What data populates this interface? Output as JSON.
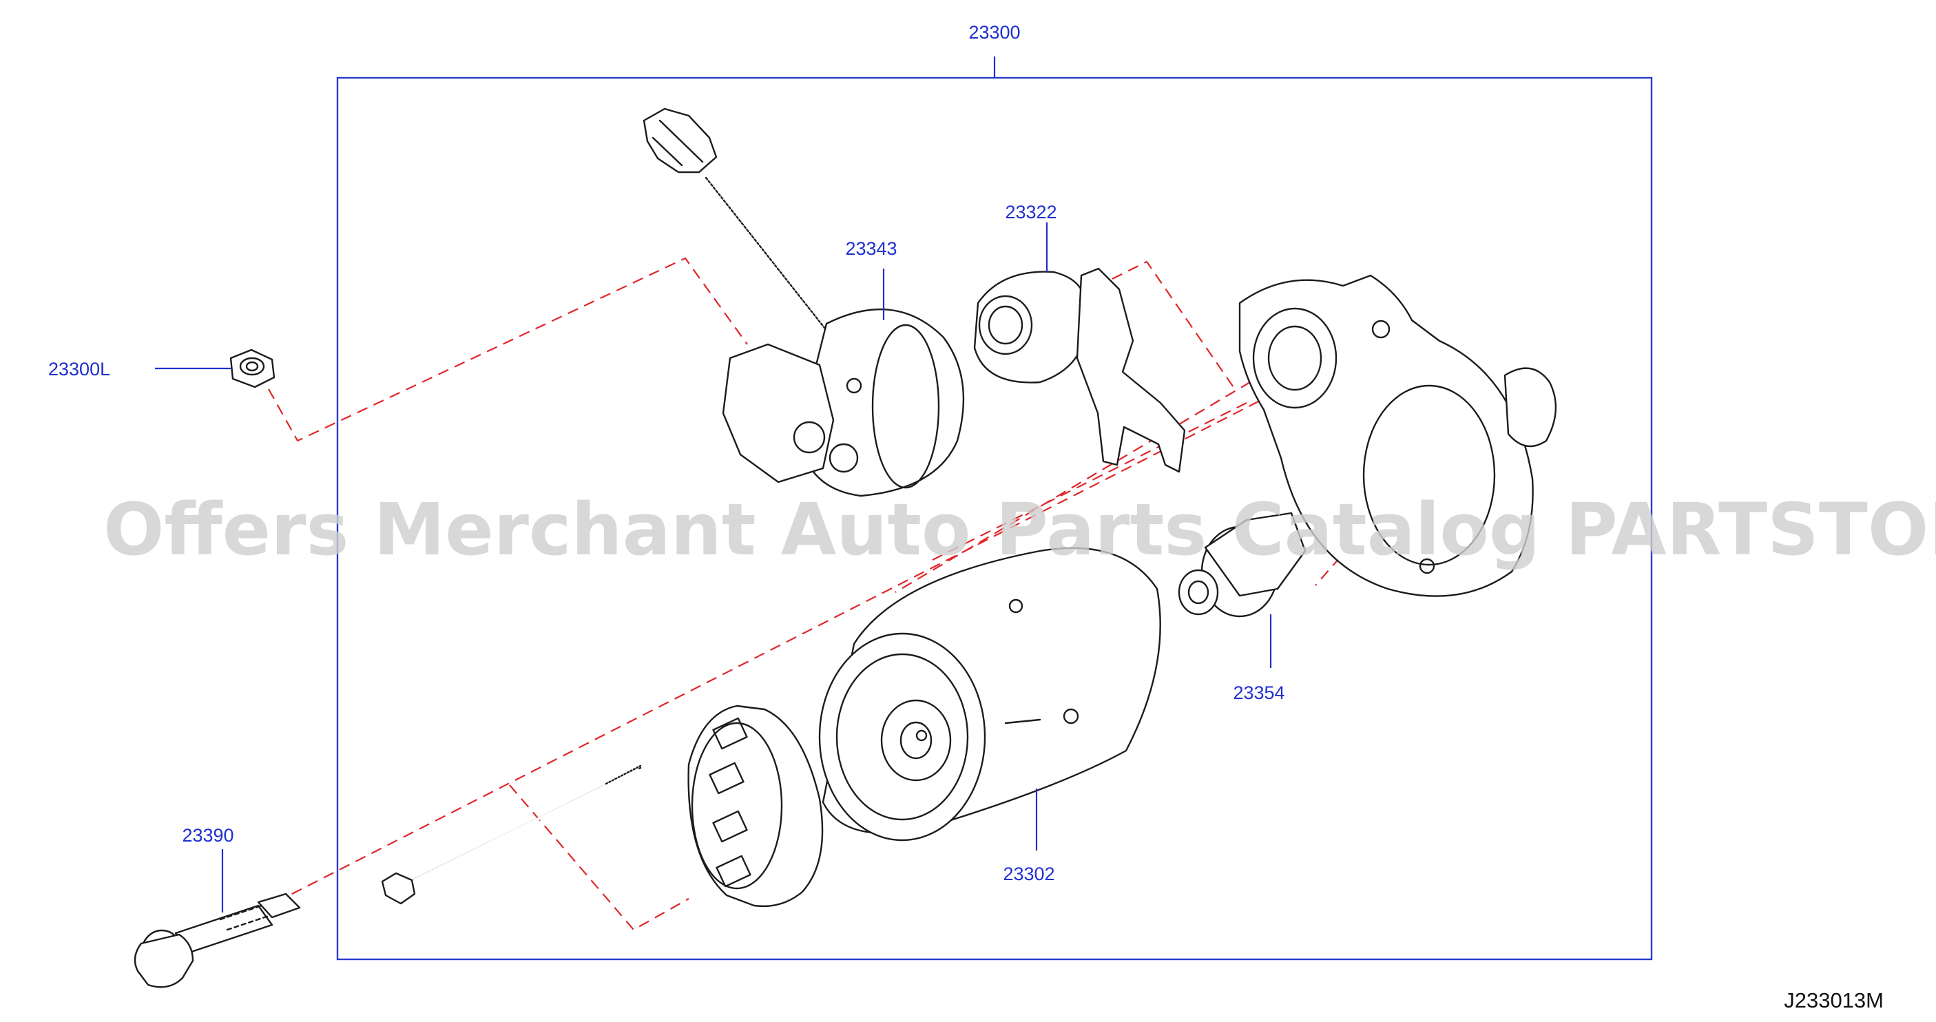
{
  "diagram": {
    "assembly_label": "23300",
    "parts": {
      "nut": "23300L",
      "solenoid": "23343",
      "lever": "23322",
      "pinion": "23354",
      "yoke": "23302",
      "bolt": "23390"
    },
    "diagram_code": "J233013M"
  },
  "watermark": "Offers Merchant Auto Parts Catalog PARTSTORE.SA",
  "colors": {
    "label": "#1f2fd0",
    "dashed_line": "#e0262a",
    "linework": "#1c1c1c",
    "watermark": "#cfcfcf"
  }
}
